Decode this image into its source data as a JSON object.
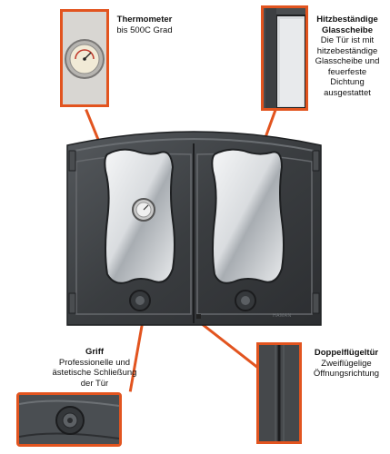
{
  "callouts": {
    "thermometer": {
      "title": "Thermometer",
      "lines": [
        "bis 500C Grad"
      ]
    },
    "glass": {
      "title_lines": [
        "Hitzbeständige",
        "Glasscheibe"
      ],
      "lines": [
        "Die Tür ist mit",
        "hitzebeständige",
        "Glasscheibe und",
        "feuerfeste",
        "Dichtung",
        "ausgestattet"
      ]
    },
    "handle": {
      "title": "Griff",
      "lines": [
        "Professionelle und",
        "ästetische Schließung",
        "der Tür"
      ]
    },
    "double": {
      "title": "Doppelflügeltür",
      "lines": [
        "Zweiflügelige",
        "Öffnungsrichtung"
      ]
    }
  },
  "door": {
    "brand_mark": "HAMAN"
  },
  "colors": {
    "accent": "#e2541f",
    "iron": "#3d4043",
    "iron_light": "#5b5f63"
  }
}
